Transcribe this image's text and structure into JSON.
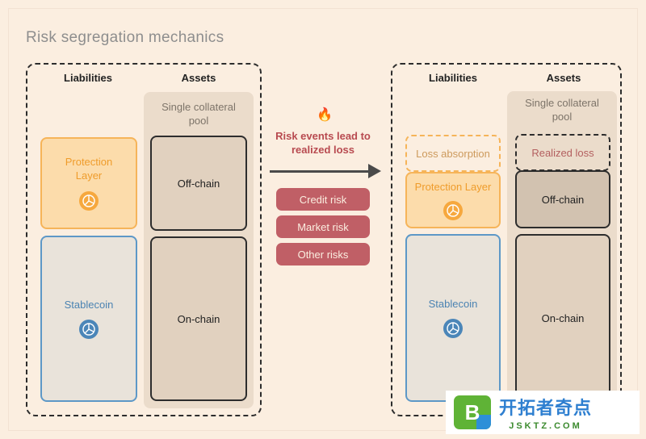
{
  "title": "Risk segregation mechanics",
  "left": {
    "liabilities_header": "Liabilities",
    "assets_header": "Assets",
    "pool_label": "Single collateral pool",
    "protection_label": "Protection Layer",
    "stablecoin_label": "Stablecoin",
    "offchain_label": "Off-chain",
    "onchain_label": "On-chain"
  },
  "middle": {
    "fire_icon": "fire-icon",
    "caption": "Risk events lead to realized loss",
    "risks": [
      "Credit risk",
      "Market risk",
      "Other risks"
    ]
  },
  "right": {
    "liabilities_header": "Liabilities",
    "assets_header": "Assets",
    "pool_label": "Single collateral pool",
    "loss_absorption_label": "Loss absorption",
    "protection_label": "Protection Layer",
    "stablecoin_label": "Stablecoin",
    "realized_loss_label": "Realized loss",
    "offchain_label": "Off-chain",
    "onchain_label": "On-chain"
  },
  "watermark": {
    "icon_letter": "B",
    "name": "开拓者奇点",
    "domain": "JSKTZ.COM"
  },
  "colors": {
    "background": "#fbeee0",
    "protection": "#f6b459",
    "stablecoin": "#5d98c7",
    "risk_pill": "#c05f66",
    "risk_text": "#b84a50"
  }
}
